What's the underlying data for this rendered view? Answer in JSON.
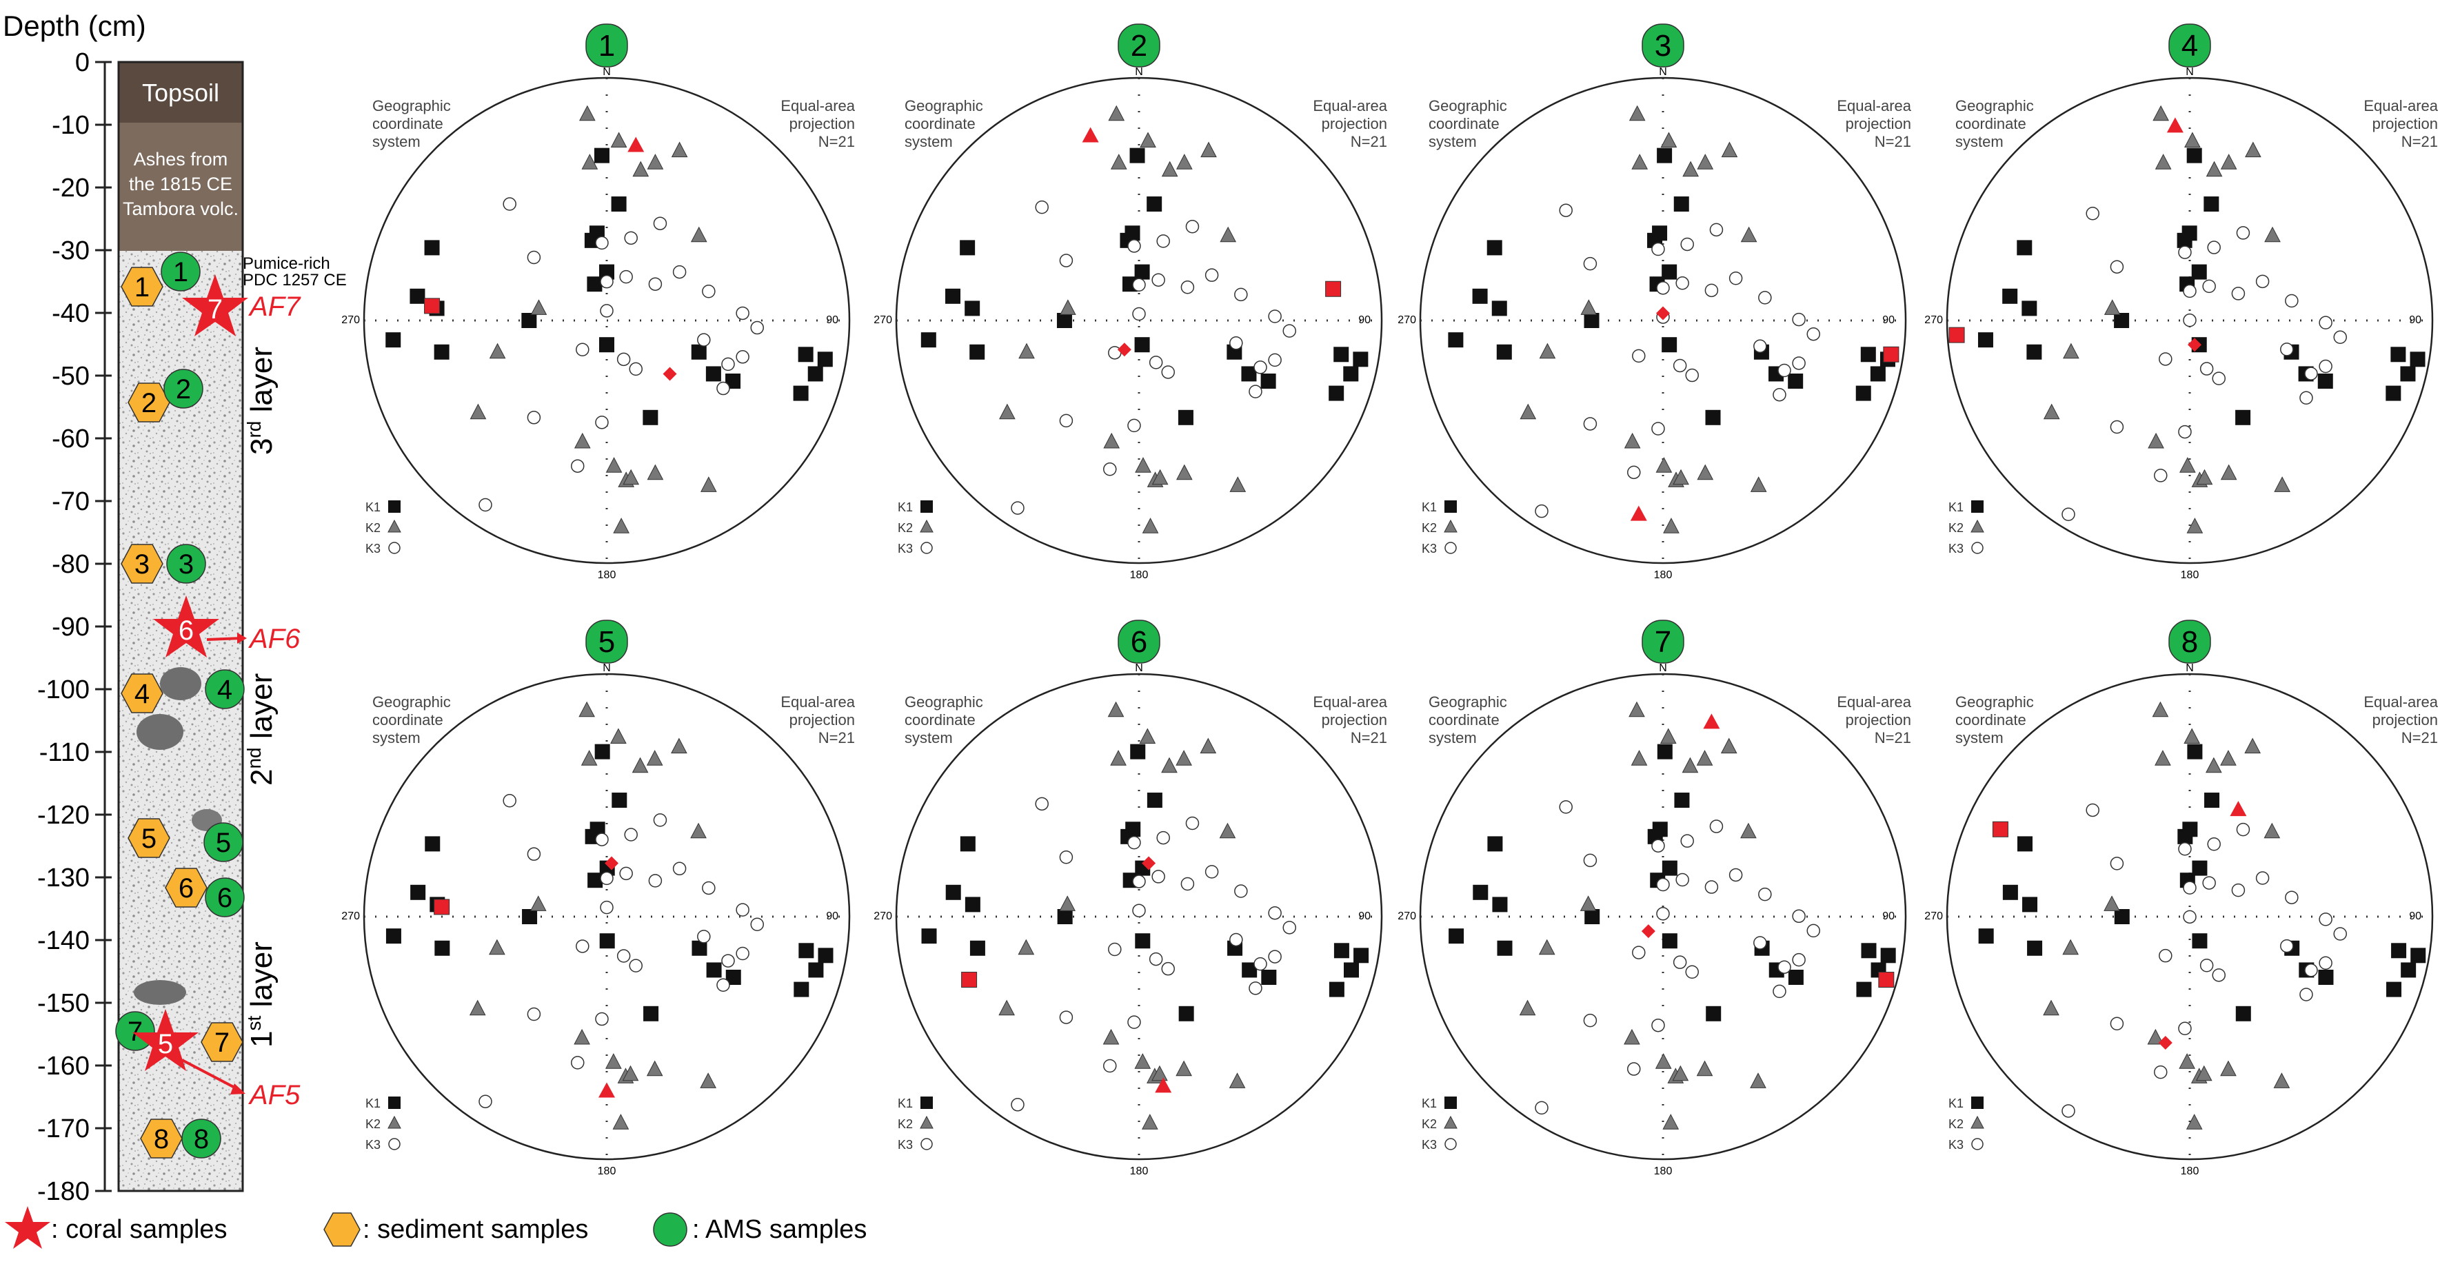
{
  "column": {
    "axis_title": "Depth (cm)",
    "ticks": [
      "0",
      "-10",
      "-20",
      "-30",
      "-40",
      "-50",
      "-60",
      "-70",
      "-80",
      "-90",
      "-100",
      "-110",
      "-120",
      "-130",
      "-140",
      "-150",
      "-160",
      "-170",
      "-180"
    ],
    "topsoil": "Topsoil",
    "ashes": [
      "Ashes from",
      "the 1815 CE",
      "Tambora volc."
    ],
    "pumice": [
      "Pumice-rich",
      "PDC 1257 CE"
    ],
    "layer3": {
      "num": "3",
      "sup": "rd",
      "word": " layer"
    },
    "layer2": {
      "num": "2",
      "sup": "nd",
      "word": " layer"
    },
    "layer1": {
      "num": "1",
      "sup": "st",
      "word": " layer"
    },
    "sediment_labels": [
      "1",
      "2",
      "3",
      "4",
      "5",
      "6",
      "7",
      "8"
    ],
    "ams_labels": [
      "1",
      "2",
      "3",
      "4",
      "5",
      "6",
      "7",
      "8"
    ],
    "coral_labels": [
      "7",
      "6",
      "5"
    ],
    "af_labels": [
      "AF7",
      "AF6",
      "AF5"
    ],
    "colors": {
      "coral": "#e8202a",
      "sediment": "#f9b232",
      "ams": "#1fb34b",
      "soil": "#5b4a3f",
      "ash": "#7d6b5e"
    }
  },
  "stereonets": [
    {
      "num": "1",
      "left_text": [
        "Geographic",
        "coordinate",
        "system"
      ],
      "right_text": [
        "Equal-area",
        "projection",
        "N=21"
      ]
    },
    {
      "num": "2",
      "left_text": [
        "Geographic",
        "coordinate",
        "system"
      ],
      "right_text": [
        "Equal-area",
        "projection",
        "N=21"
      ]
    },
    {
      "num": "3",
      "left_text": [
        "Geographic",
        "coordinate",
        "system"
      ],
      "right_text": [
        "Equal-area",
        "projection",
        "N=21"
      ]
    },
    {
      "num": "4",
      "left_text": [
        "Geographic",
        "coordinate",
        "system"
      ],
      "right_text": [
        "Equal-area",
        "projection",
        "N=21"
      ]
    },
    {
      "num": "5",
      "left_text": [
        "Geographic",
        "coordinate",
        "system"
      ],
      "right_text": [
        "Equal-area",
        "projection",
        "N=21"
      ]
    },
    {
      "num": "6",
      "left_text": [
        "Geographic",
        "coordinate",
        "system"
      ],
      "right_text": [
        "Equal-area",
        "projection",
        "N=21"
      ]
    },
    {
      "num": "7",
      "left_text": [
        "Geographic",
        "coordinate",
        "system"
      ],
      "right_text": [
        "Equal-area",
        "projection",
        "N=21"
      ]
    },
    {
      "num": "8",
      "left_text": [
        "Geographic",
        "coordinate",
        "system"
      ],
      "right_text": [
        "Equal-area",
        "projection",
        "N=21"
      ]
    }
  ],
  "stereonet_common": {
    "n": "N",
    "e": "90",
    "s": "180",
    "w": "270",
    "k1": "K1",
    "k2": "K2",
    "k3": "K3"
  },
  "legend": {
    "coral": ": coral samples",
    "sediment": ": sediment samples",
    "ams": ": AMS samples"
  }
}
